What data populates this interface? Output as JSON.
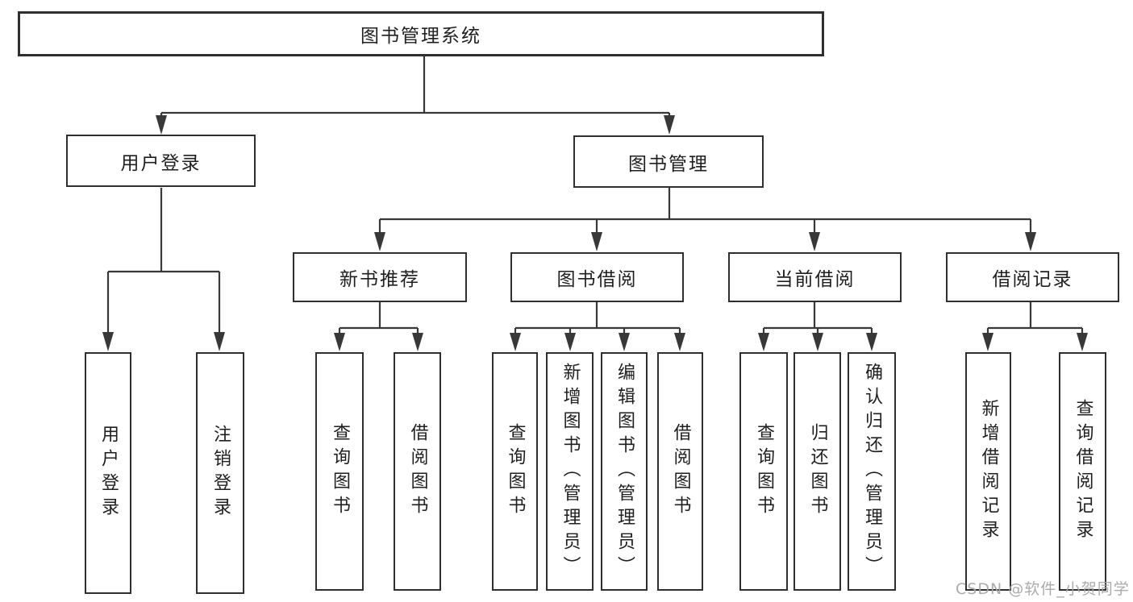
{
  "colors": {
    "background": "#ffffff",
    "line": "#383838",
    "box_border": "#2f2f2f",
    "box_fill": "#ffffff",
    "text": "#1f1f1f",
    "watermark": "#a6a6a6"
  },
  "nodes": {
    "root": "图书管理系统",
    "user_login": {
      "label": "用户登录",
      "children": [
        "用户登录",
        "注销登录"
      ]
    },
    "book_mgmt": {
      "label": "图书管理",
      "children": [
        {
          "label": "新书推荐",
          "children": [
            "查询图书",
            "借阅图书"
          ]
        },
        {
          "label": "图书借阅",
          "children": [
            "查询图书",
            "新增图书（管理员）",
            "编辑图书（管理员）",
            "借阅图书"
          ]
        },
        {
          "label": "当前借阅",
          "children": [
            "查询图书",
            "归还图书",
            "确认归还（管理员）"
          ]
        },
        {
          "label": "借阅记录",
          "children": [
            "新增借阅记录",
            "查询借阅记录"
          ]
        }
      ]
    }
  },
  "watermark": {
    "text": "CSDN @软件_小贺同学"
  }
}
